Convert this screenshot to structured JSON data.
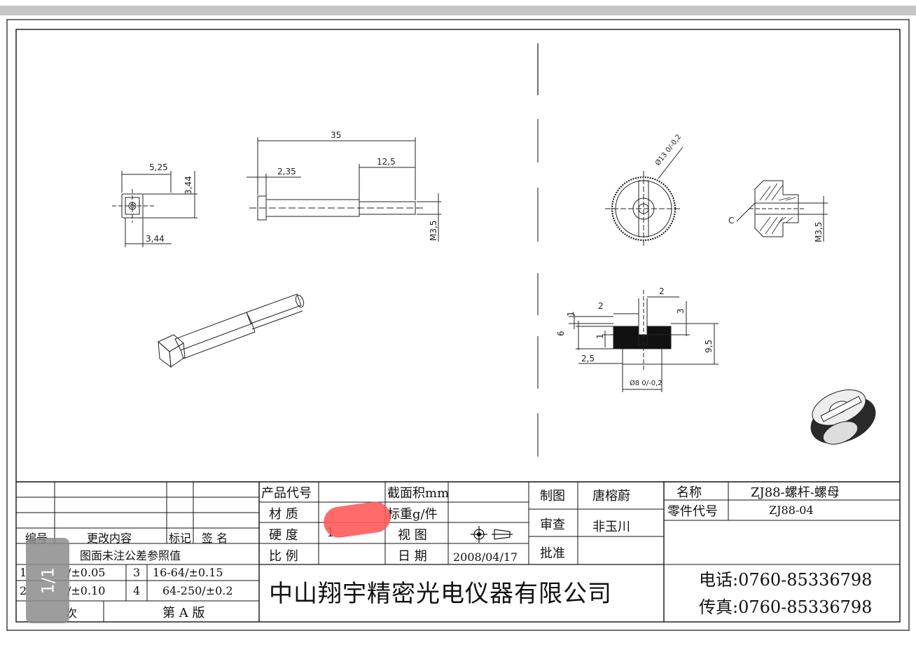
{
  "drawing": {
    "dims": {
      "d525": "5,25",
      "d344v": "3,44",
      "d344h": "3,44",
      "d35": "35",
      "d235": "2,35",
      "d125": "12,5",
      "m35a": "M3,5",
      "phi13": "Ø13 0/-0,2",
      "m35b": "M3,5",
      "c": "C",
      "top2": "2",
      "d2l": "2",
      "d3": "3",
      "d1a": "1",
      "d6": "6",
      "d1b": "1",
      "d25": "2,5",
      "d95": "9,5",
      "phi8": "Ø8 0/-0,2"
    }
  },
  "titleblock": {
    "rev_header": {
      "code": "编号",
      "content": "更改内容",
      "mark": "标记",
      "sign": "签  名"
    },
    "tolerance_note": "图面未注公差参照值",
    "tol": [
      {
        "num": "1",
        "val": "/±0.05"
      },
      {
        "num": "2",
        "val": "/±0.10"
      },
      {
        "num": "3",
        "val": "16-64/±0.15"
      },
      {
        "num": "4",
        "val": "64-250/±0.2"
      }
    ],
    "version_prefix": "次",
    "version": "第 A 版",
    "fields": {
      "product_code": "产品代号",
      "material": "材  质",
      "hardness": "硬  度",
      "hardness_val": "1",
      "scale": "比  例",
      "section_area": "截面积mm",
      "weight": "标重g/件",
      "view": "视  图",
      "date_label": "日  期",
      "date": "2008/04/17"
    },
    "drawn_label": "制图",
    "drawn_by": "唐榕蔚",
    "checked_label": "审查",
    "checked_by": "非玉川",
    "approved_label": "批准",
    "name_label": "名称",
    "name": "ZJ88-螺杆-螺母",
    "part_label": "零件代号",
    "part": "ZJ88-04",
    "company": "中山翔宇精密光电仪器有限公司",
    "tel": "电话:0760-85336798",
    "fax": "传真:0760-85336798"
  },
  "viewer": {
    "page_indicator": "1/1"
  },
  "colors": {
    "redaction": "#ff5a5a",
    "overlay": "#8c8c8c"
  }
}
